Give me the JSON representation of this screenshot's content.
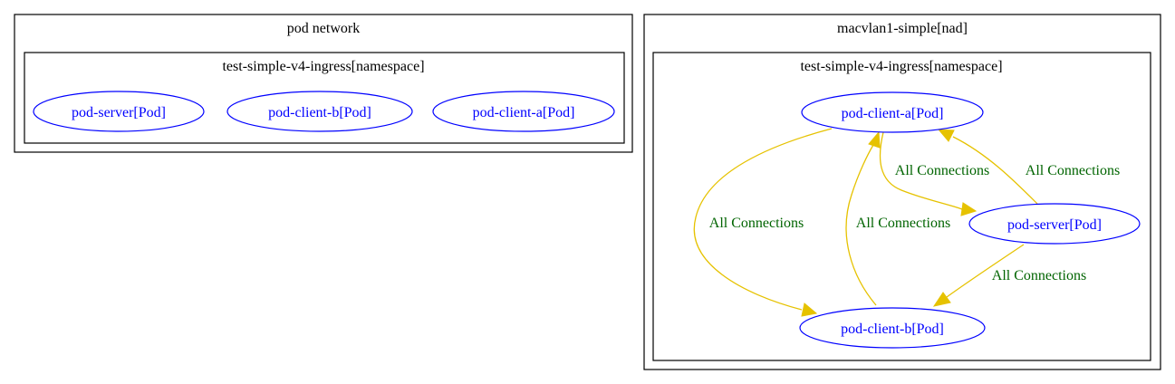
{
  "clusters": {
    "pod_network": {
      "label": "pod network",
      "namespace": {
        "label": "test-simple-v4-ingress[namespace]",
        "nodes": {
          "server": "pod-server[Pod]",
          "client_b": "pod-client-b[Pod]",
          "client_a": "pod-client-a[Pod]"
        }
      }
    },
    "macvlan": {
      "label": "macvlan1-simple[nad]",
      "namespace": {
        "label": "test-simple-v4-ingress[namespace]",
        "nodes": {
          "client_a": "pod-client-a[Pod]",
          "server": "pod-server[Pod]",
          "client_b": "pod-client-b[Pod]"
        }
      }
    }
  },
  "edges": {
    "a_to_server": "All Connections",
    "server_to_a": "All Connections",
    "a_to_b": "All Connections",
    "b_to_a": "All Connections",
    "server_to_b": "All Connections"
  },
  "colors": {
    "node_stroke": "#0000ff",
    "node_text": "#0000ff",
    "edge": "#e6c200",
    "edge_label": "#006400",
    "cluster_stroke": "#000000"
  }
}
